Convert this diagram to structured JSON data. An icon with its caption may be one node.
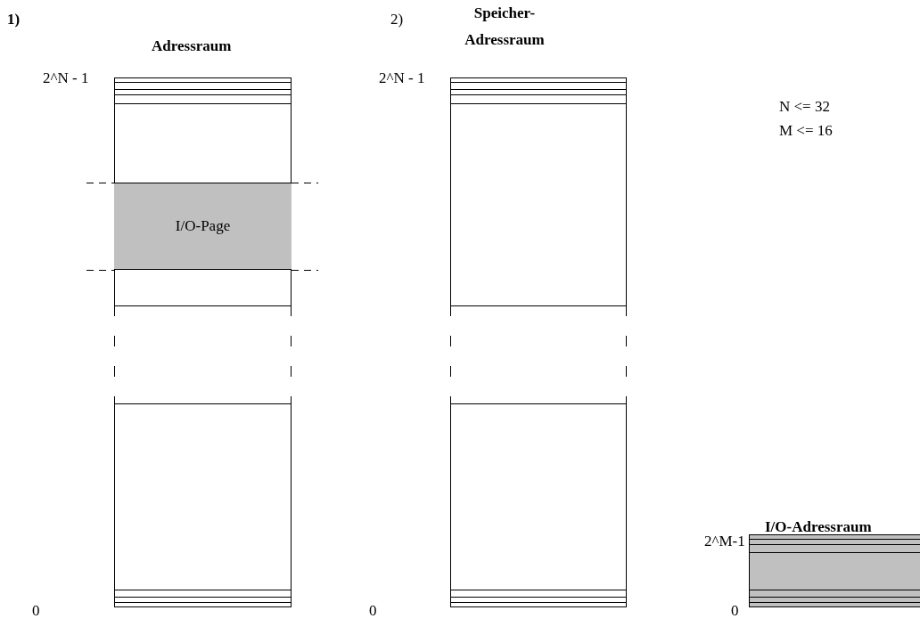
{
  "diagram": {
    "nodes": [
      {
        "text": [],
        "shape": "box"
      },
      {
        "text": [
          "I/O-Page"
        ],
        "in": 0
      },
      {
        "text": [],
        "shape": "box"
      },
      {
        "text": [],
        "shape": "box"
      }
    ],
    "labels": [
      "1)",
      "Adressraum",
      "2)",
      "Speicher-Adressraum",
      "2^N - 1",
      "2^N - 1",
      "N <= 32",
      "M <= 16",
      "I/O-Adressraum",
      "2^M-1",
      "0",
      "0",
      "0"
    ]
  }
}
